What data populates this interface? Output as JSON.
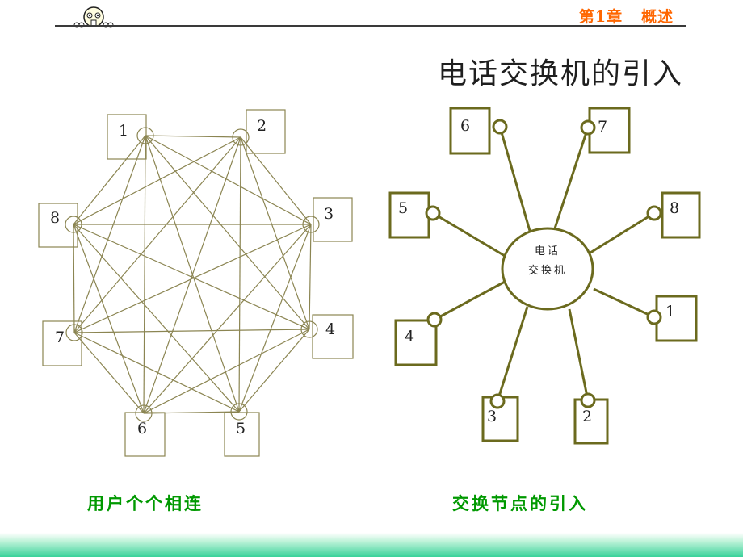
{
  "header": {
    "chapter": "第1章   概述"
  },
  "title": "电话交换机的引入",
  "mesh": {
    "caption": "用户个个相连",
    "nodes": [
      "1",
      "2",
      "3",
      "4",
      "5",
      "6",
      "7",
      "8"
    ]
  },
  "star": {
    "caption": "交换节点的引入",
    "hub_line1": "电话",
    "hub_line2": "交换机",
    "nodes": [
      "1",
      "2",
      "3",
      "4",
      "5",
      "6",
      "7",
      "8"
    ]
  },
  "colors": {
    "mesh": "#8b8552",
    "star": "#6b6a1e",
    "chapter": "#ff6600",
    "caption": "#009900"
  }
}
